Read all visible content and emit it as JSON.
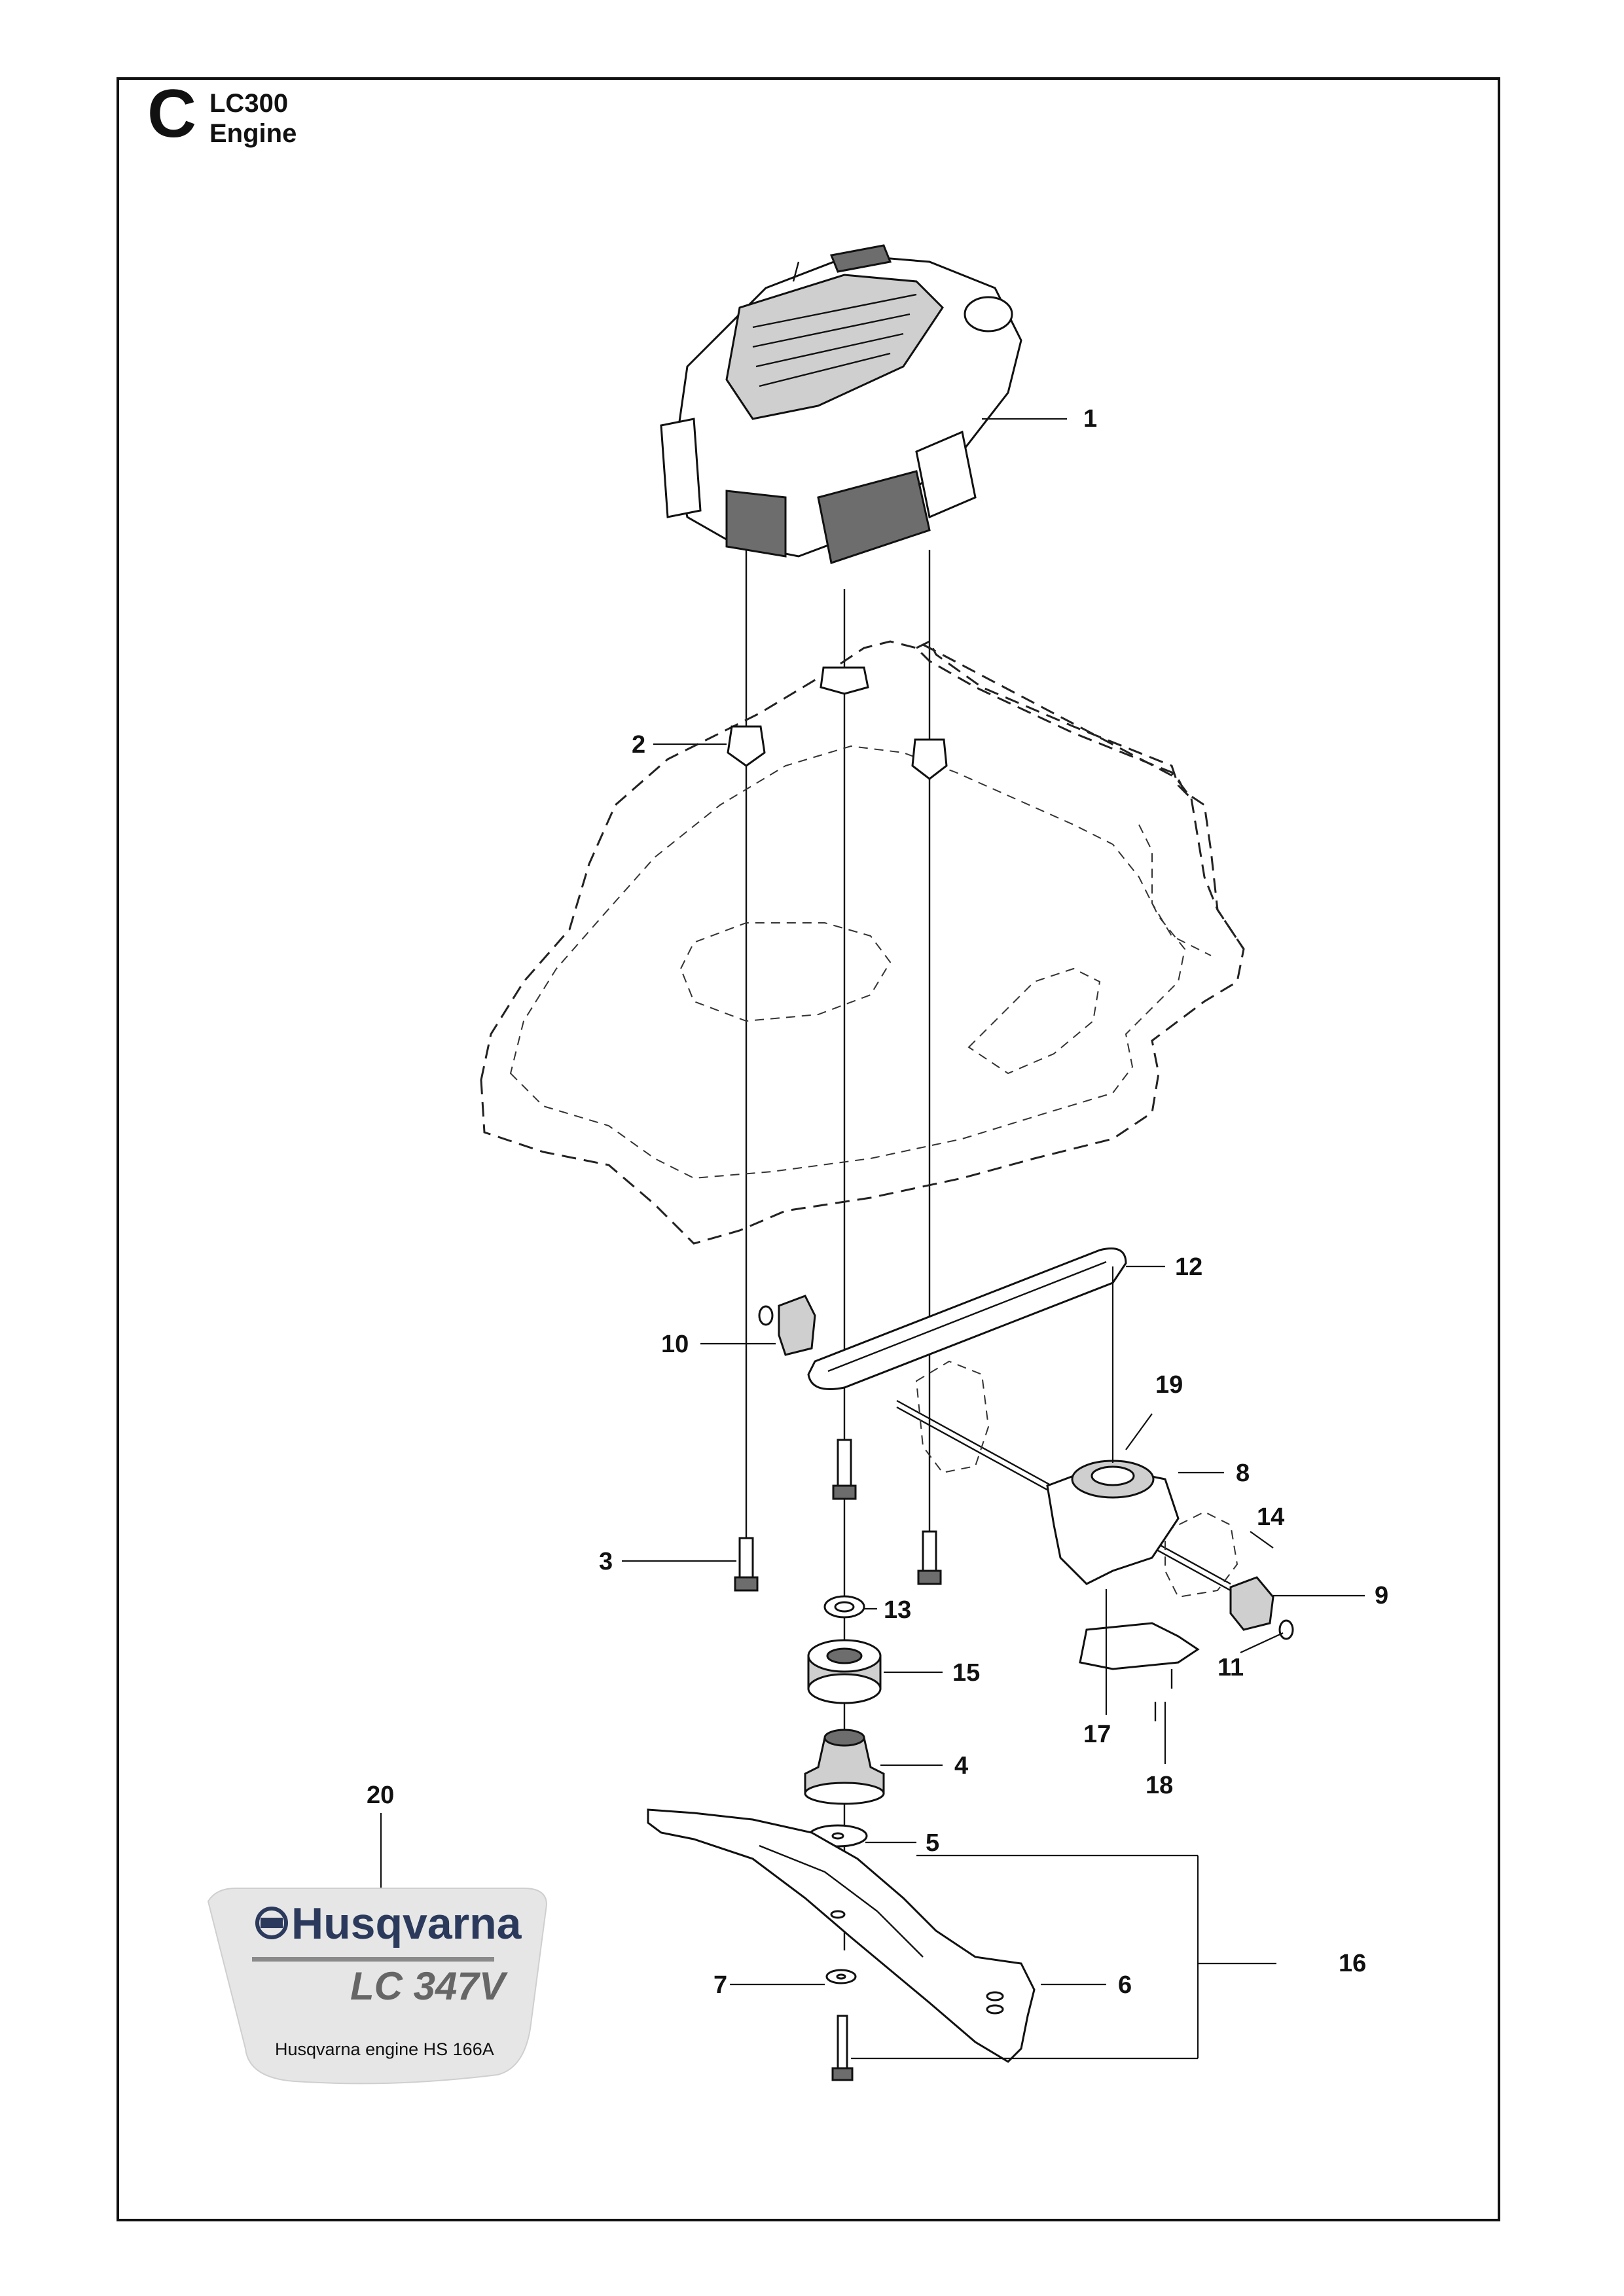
{
  "header": {
    "section_letter": "C",
    "model": "LC300",
    "group": "Engine"
  },
  "callouts": [
    "1",
    "2",
    "3",
    "4",
    "5",
    "6",
    "7",
    "8",
    "9",
    "10",
    "11",
    "12",
    "13",
    "14",
    "15",
    "16",
    "17",
    "18",
    "19",
    "20"
  ],
  "decal": {
    "brand": "Husqvarna",
    "model": "LC 347V",
    "engine_text": "Husqvarna engine HS 166A"
  },
  "colors": {
    "line": "#111111",
    "brand_blue": "#2b3a5c",
    "decal_grey": "#e6e6e6"
  }
}
